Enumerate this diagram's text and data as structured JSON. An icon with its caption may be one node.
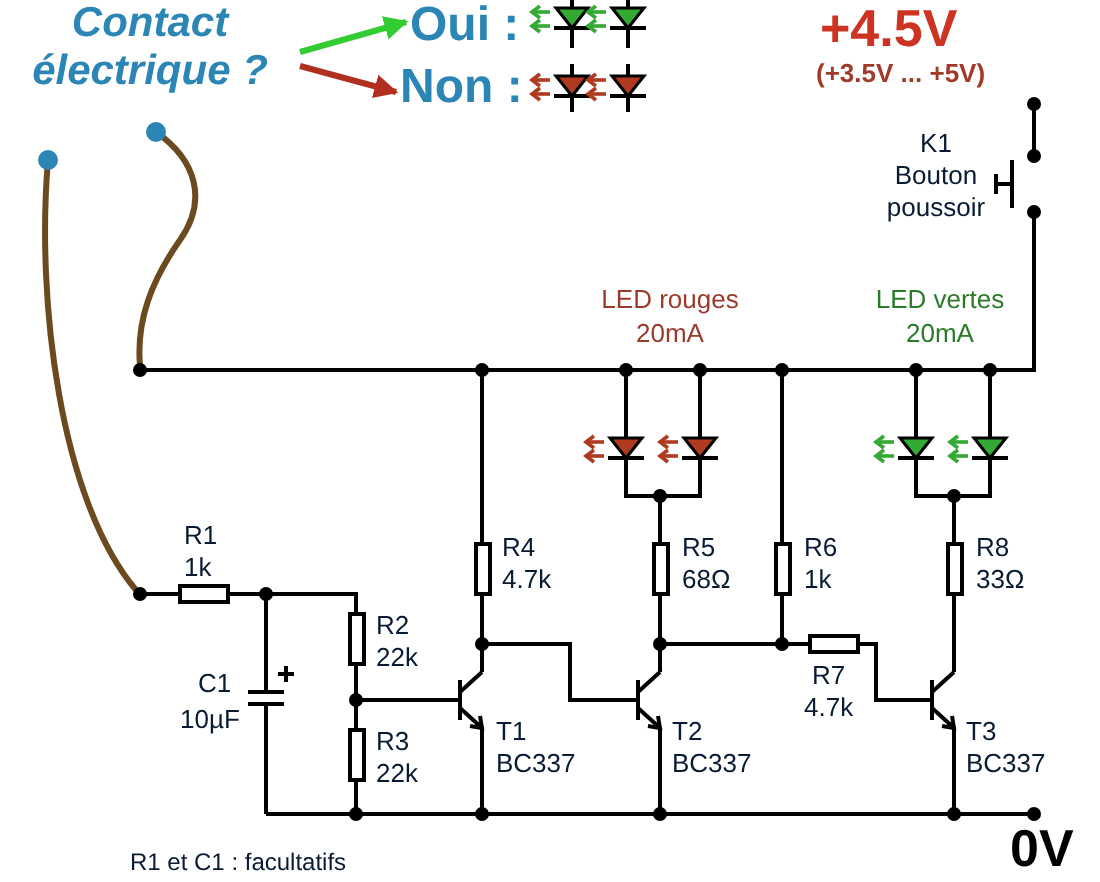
{
  "diagram": {
    "nodes": [
      {
        "text": [
          "Contact électrique ?"
        ]
      },
      {
        "text": [
          "Oui :"
        ]
      },
      {
        "text": [
          "Non :"
        ]
      }
    ],
    "edges": [
      {
        "from": 0,
        "to": 1,
        "arrow": "to",
        "color": "#33cc33"
      },
      {
        "from": 0,
        "to": 2,
        "arrow": "to",
        "color": "#b03020"
      }
    ],
    "labels": [
      "+4.5V",
      "(+3.5V ... +5V)",
      "K1",
      "Bouton poussoir",
      "LED rouges",
      "20mA",
      "LED vertes",
      "20mA",
      "R1",
      "1k",
      "R4",
      "4.7k",
      "R5",
      "68Ω",
      "R6",
      "1k",
      "R8",
      "33Ω",
      "R2",
      "22k",
      "C1",
      "10µF",
      "R7",
      "4.7k",
      "R3",
      "22k",
      "T1",
      "BC337",
      "T2",
      "BC337",
      "T3",
      "BC337",
      "0V",
      "R1 et C1 : facultatifs"
    ]
  }
}
